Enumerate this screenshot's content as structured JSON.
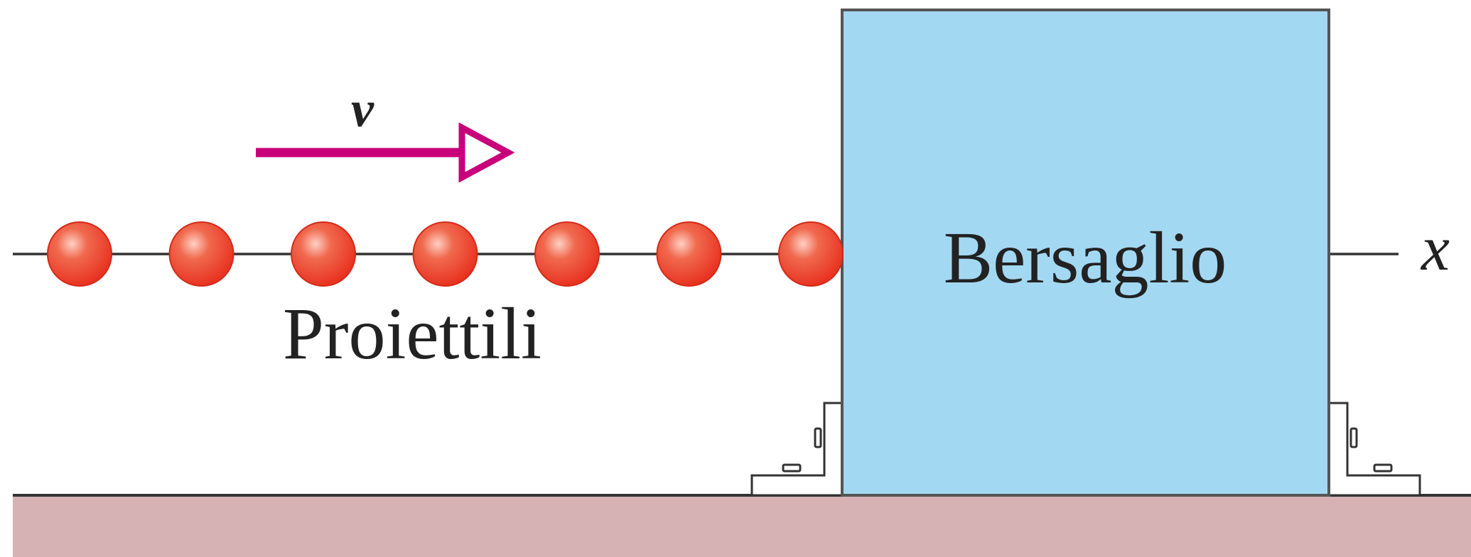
{
  "labels": {
    "velocity": "v",
    "projectiles": "Proiettili",
    "target": "Bersaglio",
    "axis": "x"
  },
  "projectile_count": 7,
  "colors": {
    "projectile": "#e8311f",
    "projectile_highlight": "#ffd0c4",
    "velocity_arrow": "#c8007a",
    "target_fill": "#a3d8f2",
    "ground": "#d6b2b5",
    "line": "#333333"
  }
}
